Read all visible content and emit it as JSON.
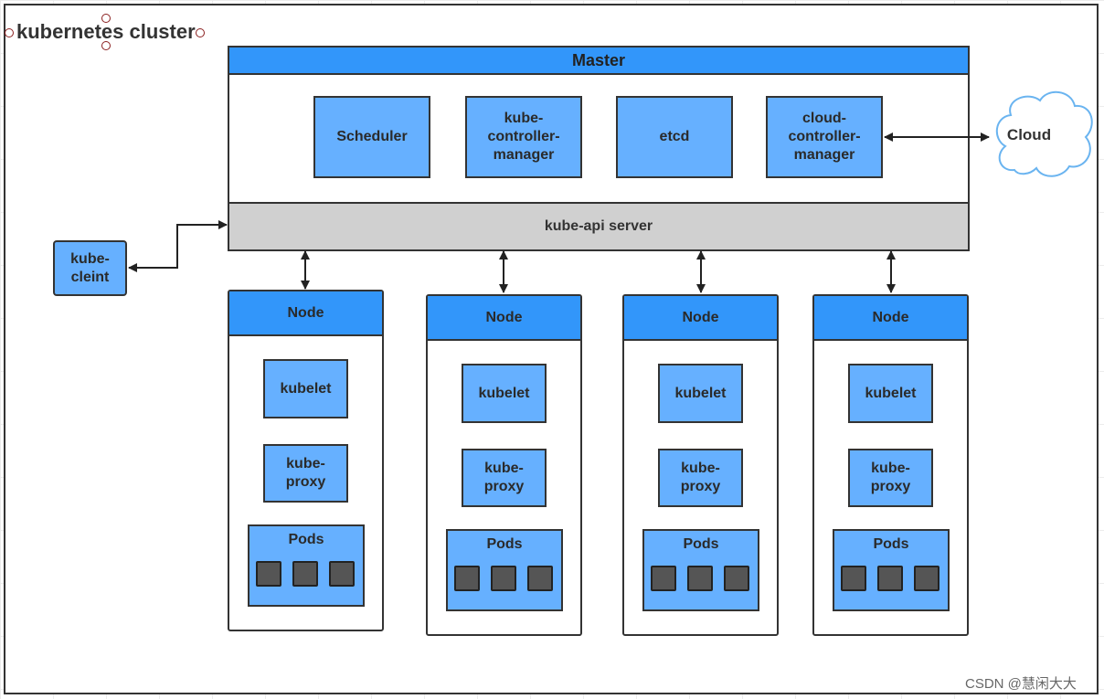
{
  "cluster": {
    "title": "kubernetes cluster"
  },
  "master": {
    "header": "Master",
    "components": [
      "Scheduler",
      "kube-\ncontroller-\nmanager",
      "etcd",
      "cloud-\ncontroller-\nmanager"
    ],
    "api_server": "kube-api server"
  },
  "cloud": {
    "label": "Cloud"
  },
  "client": {
    "label": "kube-\ncleint"
  },
  "nodes": [
    {
      "header": "Node",
      "kubelet": "kubelet",
      "proxy": "kube-\nproxy",
      "pods_label": "Pods"
    },
    {
      "header": "Node",
      "kubelet": "kubelet",
      "proxy": "kube-\nproxy",
      "pods_label": "Pods"
    },
    {
      "header": "Node",
      "kubelet": "kubelet",
      "proxy": "kube-\nproxy",
      "pods_label": "Pods"
    },
    {
      "header": "Node",
      "kubelet": "kubelet",
      "proxy": "kube-\nproxy",
      "pods_label": "Pods"
    }
  ],
  "watermark": "CSDN @慧闲大大",
  "colors": {
    "header_blue": "#3296fa",
    "component_blue": "#66b0ff",
    "api_gray": "#d0d0d0",
    "cloud_stroke": "#6ab4f0"
  }
}
